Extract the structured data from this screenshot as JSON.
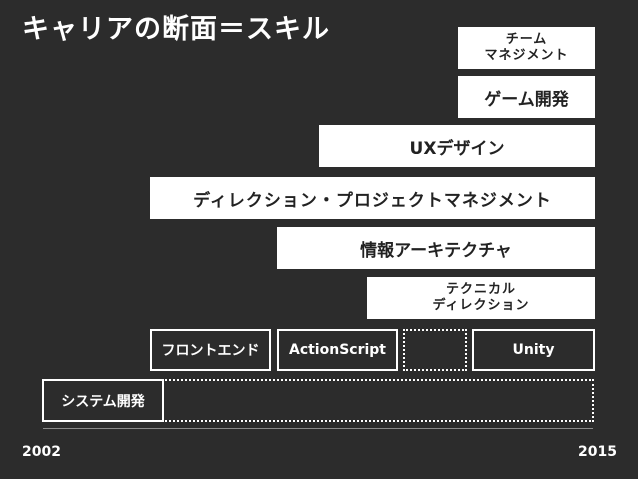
{
  "title": "キャリアの断面＝スキル",
  "skills": {
    "team_management": {
      "line1": "チーム",
      "line2": "マネジメント"
    },
    "game_dev": "ゲーム開発",
    "ux_design": "UXデザイン",
    "direction_pm": "ディレクション・プロジェクトマネジメント",
    "info_arch": "情報アーキテクチャ",
    "tech_direction": {
      "line1": "テクニカル",
      "line2": "ディレクション"
    },
    "frontend": "フロントエンド",
    "actionscript": "ActionScript",
    "unity": "Unity",
    "system_dev": "システム開発"
  },
  "axis": {
    "start": "2002",
    "end": "2015"
  },
  "colors": {
    "background": "#2c2c2c",
    "box_fill": "#ffffff",
    "box_text": "#222222",
    "outline": "#ffffff"
  }
}
